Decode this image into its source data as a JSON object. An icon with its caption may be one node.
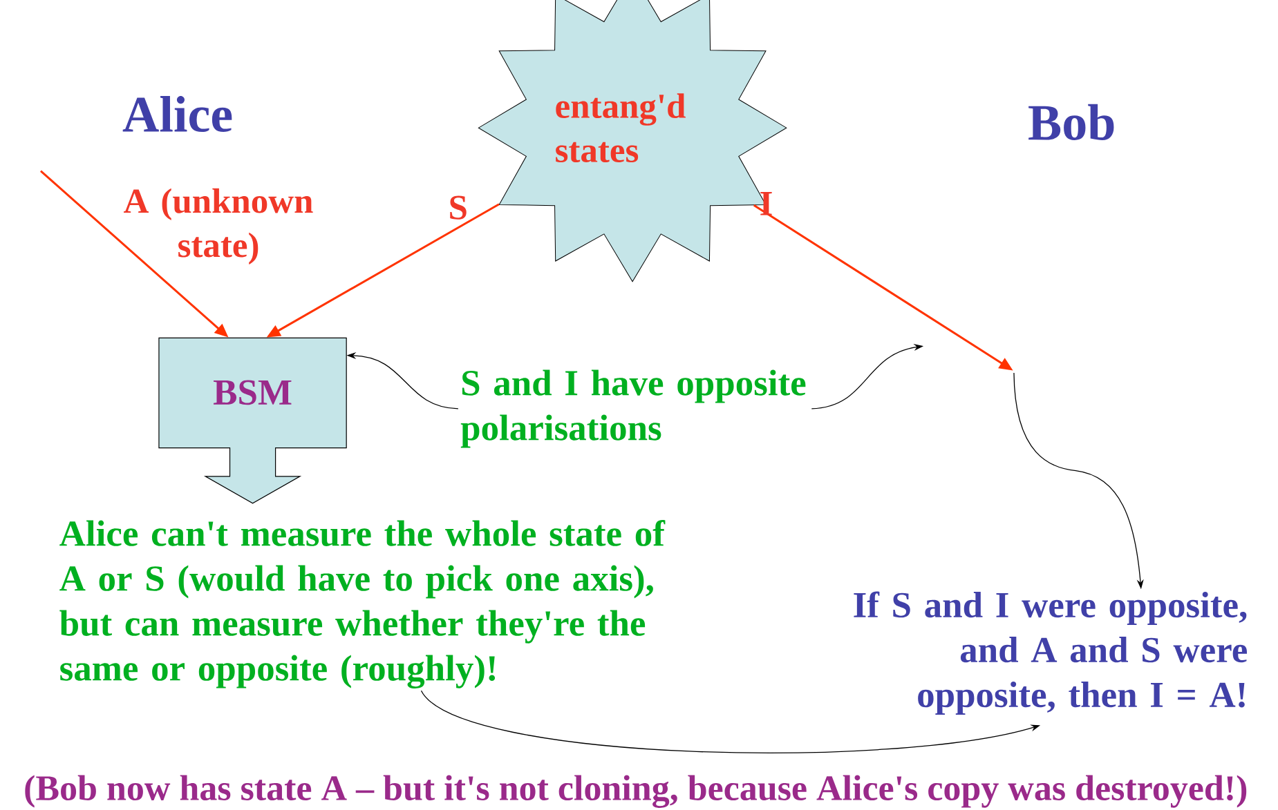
{
  "diagram": {
    "caption": "(Bob now has state A – but it's not cloning, because Alice's copy was destroyed!)",
    "nodes": [
      {
        "text": [
          "entang'd states"
        ]
      },
      {
        "text": [
          "BSM"
        ]
      },
      {
        "text": [
          "S and I have opposite polarisations"
        ]
      },
      {
        "text": [
          "Alice can't measure the whole state of A or S (would have to pick one axis), but can measure whether they're the same or opposite (roughly)!"
        ]
      },
      {
        "text": [
          "If S and I were opposite, and A and S were opposite, then I = A!"
        ]
      }
    ],
    "edges": [
      {
        "from": null,
        "to": 1,
        "arrow": "to",
        "label": "A (unknown state)",
        "color": "#ff3300"
      },
      {
        "from": 0,
        "to": 1,
        "arrow": "to",
        "label": "S",
        "color": "#ff3300"
      },
      {
        "from": 0,
        "to": null,
        "arrow": "to",
        "label": "I",
        "color": "#ff3300"
      },
      {
        "from": null,
        "to": 4,
        "arrow": "to"
      },
      {
        "from": 2,
        "to": 1,
        "arrow": "to"
      },
      {
        "from": 2,
        "to": null,
        "arrow": "to"
      },
      {
        "from": 3,
        "to": 4,
        "arrow": "to"
      }
    ],
    "labels": [
      "Alice",
      "Bob"
    ]
  }
}
